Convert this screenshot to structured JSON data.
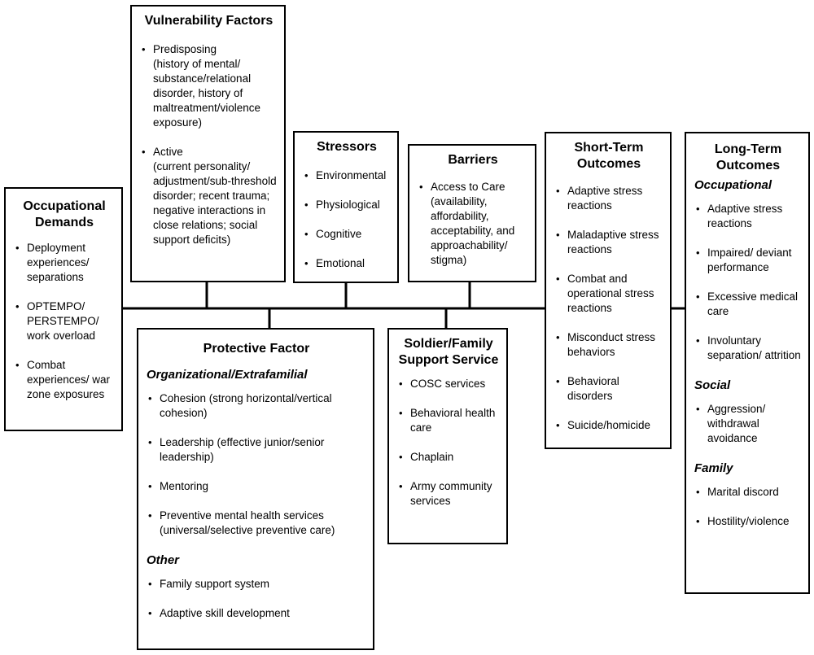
{
  "vulnerability": {
    "title": "Vulnerability Factors",
    "items": [
      {
        "label": "Predisposing",
        "detail": "(history of mental/ substance/relational disorder, history of maltreatment/violence exposure)"
      },
      {
        "label": "Active",
        "detail": "(current personality/ adjustment/sub-threshold disorder; recent trauma; negative interactions in close relations; social support deficits)"
      }
    ]
  },
  "occupational_demands": {
    "title_line1": "Occupational",
    "title_line2": "Demands",
    "items": [
      "Deployment experiences/ separations",
      "OPTEMPO/ PERSTEMPO/ work overload",
      "Combat experiences/ war zone exposures"
    ]
  },
  "stressors": {
    "title": "Stressors",
    "items": [
      "Environmental",
      "Physiological",
      "Cognitive",
      "Emotional"
    ]
  },
  "barriers": {
    "title": "Barriers",
    "items": [
      {
        "label": "Access to Care",
        "detail": "(availability, affordability, acceptability, and approachability/ stigma)"
      }
    ]
  },
  "short_term": {
    "title_line1": "Short-Term",
    "title_line2": "Outcomes",
    "items": [
      "Adaptive stress reactions",
      "Maladaptive stress reactions",
      "Combat and operational stress reactions",
      "Misconduct stress behaviors",
      "Behavioral disorders",
      "Suicide/homicide"
    ]
  },
  "long_term": {
    "title_line1": "Long-Term",
    "title_line2": "Outcomes",
    "sections": [
      {
        "name": "Occupational",
        "items": [
          "Adaptive stress reactions",
          "Impaired/ deviant performance",
          "Excessive medical care",
          "Involuntary separation/ attrition"
        ]
      },
      {
        "name": "Social",
        "items": [
          "Aggression/ withdrawal avoidance"
        ]
      },
      {
        "name": "Family",
        "items": [
          "Marital discord",
          "Hostility/violence"
        ]
      }
    ]
  },
  "protective": {
    "title": "Protective Factor",
    "sections": [
      {
        "name": "Organizational/Extrafamilial",
        "items": [
          "Cohesion (strong horizontal/vertical cohesion)",
          "Leadership (effective junior/senior leadership)",
          "Mentoring",
          "Preventive mental health services (universal/selective preventive care)"
        ]
      },
      {
        "name": "Other",
        "items": [
          "Family support system",
          "Adaptive skill development"
        ]
      }
    ]
  },
  "support": {
    "title_line1": "Soldier/Family",
    "title_line2": "Support Service",
    "items": [
      "COSC services",
      "Behavioral health care",
      "Chaplain",
      "Army community services"
    ]
  }
}
